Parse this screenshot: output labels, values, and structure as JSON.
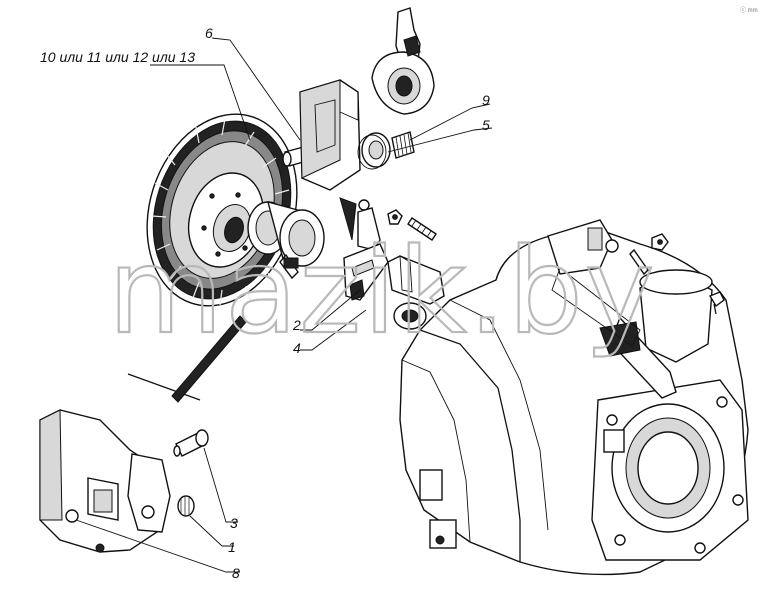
{
  "labels": {
    "l_disc": "10 или 11 или 12 или 13",
    "l6": "6",
    "l9": "9",
    "l5": "5",
    "l2": "2",
    "l4": "4",
    "l3": "3",
    "l1": "1",
    "l8": "8"
  },
  "watermark": "mazik.by",
  "corner_mark": "ⓒ mm"
}
